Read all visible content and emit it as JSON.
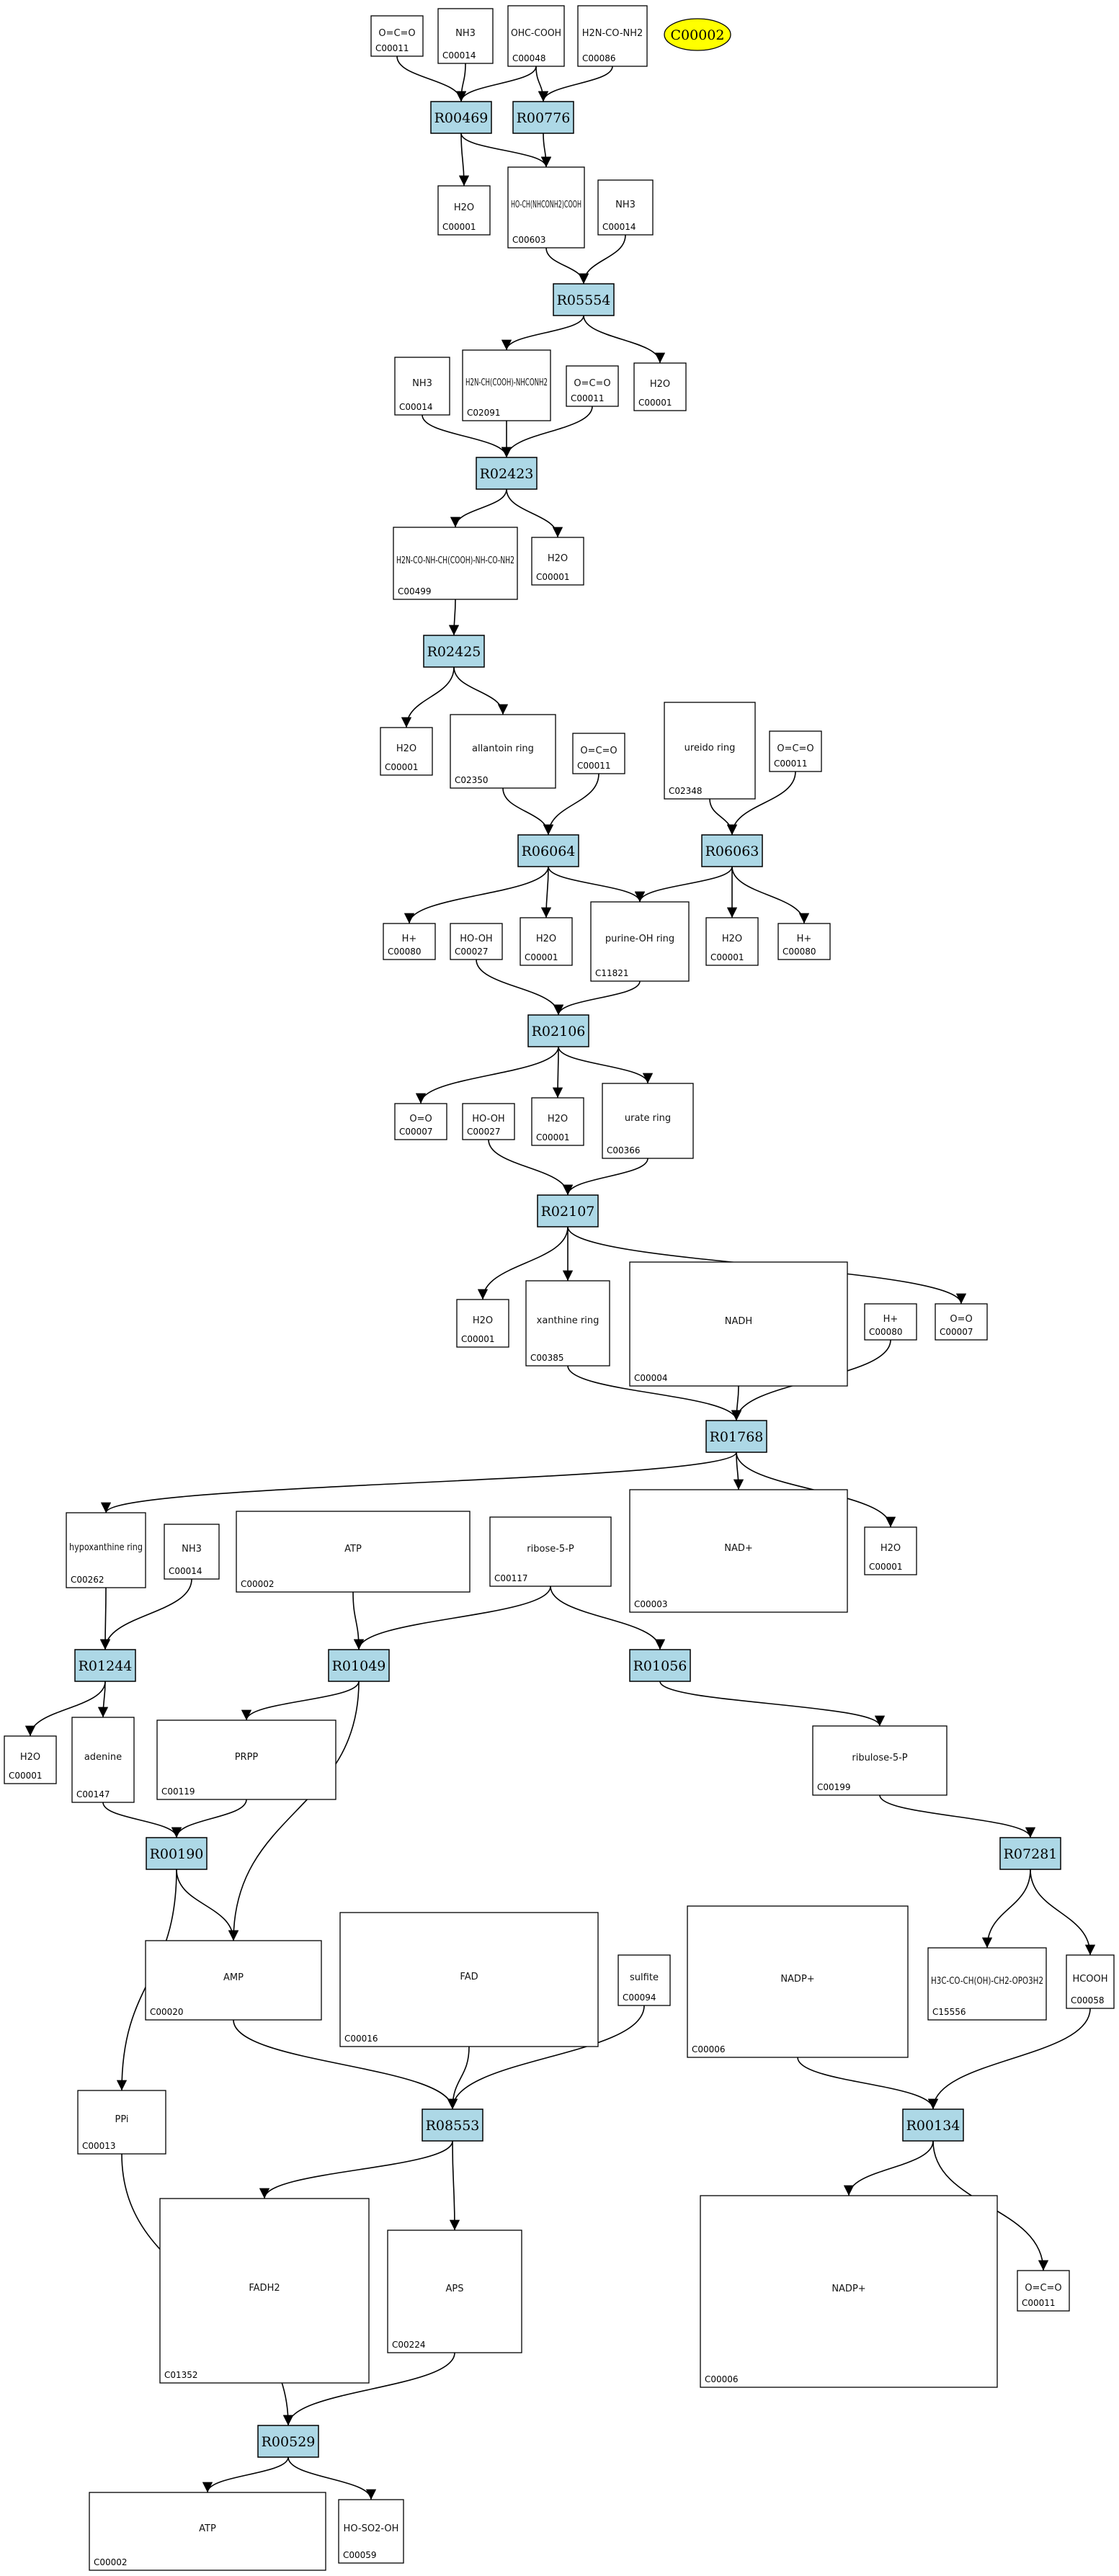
{
  "highlight": {
    "label": "C00002",
    "color": "#ffff00"
  },
  "colors": {
    "reaction_fill": "#add8e6",
    "compound_fill": "#ffffff",
    "edge": "#000000"
  },
  "reactions": [
    {
      "id": "r00469",
      "label": "R00469"
    },
    {
      "id": "r00776",
      "label": "R00776"
    },
    {
      "id": "r05554",
      "label": "R05554"
    },
    {
      "id": "r02423",
      "label": "R02423"
    },
    {
      "id": "r02425",
      "label": "R02425"
    },
    {
      "id": "r06064",
      "label": "R06064"
    },
    {
      "id": "r06063",
      "label": "R06063"
    },
    {
      "id": "r02106",
      "label": "R02106"
    },
    {
      "id": "r02107",
      "label": "R02107"
    },
    {
      "id": "r01768",
      "label": "R01768"
    },
    {
      "id": "r01244",
      "label": "R01244"
    },
    {
      "id": "r01049",
      "label": "R01049"
    },
    {
      "id": "r01056",
      "label": "R01056"
    },
    {
      "id": "r00190",
      "label": "R00190"
    },
    {
      "id": "r07281",
      "label": "R07281"
    },
    {
      "id": "r08553",
      "label": "R08553"
    },
    {
      "id": "r00134",
      "label": "R00134"
    },
    {
      "id": "r00529",
      "label": "R00529"
    }
  ],
  "compounds": [
    {
      "id": "c00011_a",
      "label": "C00011",
      "formula": "O=C=O"
    },
    {
      "id": "c00014_a",
      "label": "C00014",
      "formula": "NH3"
    },
    {
      "id": "c00048",
      "label": "C00048",
      "formula": "OHC-COOH"
    },
    {
      "id": "c00086",
      "label": "C00086",
      "formula": "H2N-CO-NH2"
    },
    {
      "id": "c00001_a",
      "label": "C00001",
      "formula": "H2O"
    },
    {
      "id": "c00603",
      "label": "C00603",
      "formula": "HO-CH(NHCONH2)COOH"
    },
    {
      "id": "c00014_b",
      "label": "C00014",
      "formula": "NH3"
    },
    {
      "id": "c00001_b",
      "label": "C00001",
      "formula": "H2O"
    },
    {
      "id": "c00014_c",
      "label": "C00014",
      "formula": "NH3"
    },
    {
      "id": "c02091",
      "label": "C02091",
      "formula": "H2N-CH(COOH)-NHCONH2"
    },
    {
      "id": "c00011_b",
      "label": "C00011",
      "formula": "O=C=O"
    },
    {
      "id": "c00499",
      "label": "C00499",
      "formula": "H2N-CO-NH-CH(COOH)-NH-CO-NH2"
    },
    {
      "id": "c00001_c",
      "label": "C00001",
      "formula": "H2O"
    },
    {
      "id": "c00001_d",
      "label": "C00001",
      "formula": "H2O"
    },
    {
      "id": "c02350",
      "label": "C02350",
      "formula": "allantoin ring"
    },
    {
      "id": "c00011_c",
      "label": "C00011",
      "formula": "O=C=O"
    },
    {
      "id": "c02348",
      "label": "C02348",
      "formula": "ureido ring"
    },
    {
      "id": "c00011_d",
      "label": "C00011",
      "formula": "O=C=O"
    },
    {
      "id": "c00080_a",
      "label": "C00080",
      "formula": "H+"
    },
    {
      "id": "c00027_a",
      "label": "C00027",
      "formula": "HO-OH"
    },
    {
      "id": "c00001_e",
      "label": "C00001",
      "formula": "H2O"
    },
    {
      "id": "c11821",
      "label": "C11821",
      "formula": "purine-OH ring"
    },
    {
      "id": "c00001_f",
      "label": "C00001",
      "formula": "H2O"
    },
    {
      "id": "c00080_b",
      "label": "C00080",
      "formula": "H+"
    },
    {
      "id": "c00007_a",
      "label": "C00007",
      "formula": "O=O"
    },
    {
      "id": "c00027_b",
      "label": "C00027",
      "formula": "HO-OH"
    },
    {
      "id": "c00001_g",
      "label": "C00001",
      "formula": "H2O"
    },
    {
      "id": "c00366",
      "label": "C00366",
      "formula": "urate ring"
    },
    {
      "id": "c00001_h",
      "label": "C00001",
      "formula": "H2O"
    },
    {
      "id": "c00385",
      "label": "C00385",
      "formula": "xanthine ring"
    },
    {
      "id": "c00004",
      "label": "C00004",
      "formula": "NADH"
    },
    {
      "id": "c00080_c",
      "label": "C00080",
      "formula": "H+"
    },
    {
      "id": "c00007_b",
      "label": "C00007",
      "formula": "O=O"
    },
    {
      "id": "c00262",
      "label": "C00262",
      "formula": "hypoxanthine ring"
    },
    {
      "id": "c00014_d",
      "label": "C00014",
      "formula": "NH3"
    },
    {
      "id": "c00002_a",
      "label": "C00002",
      "formula": "ATP"
    },
    {
      "id": "c00117",
      "label": "C00117",
      "formula": "ribose-5-P"
    },
    {
      "id": "c00003",
      "label": "C00003",
      "formula": "NAD+"
    },
    {
      "id": "c00001_i",
      "label": "C00001",
      "formula": "H2O"
    },
    {
      "id": "c00001_j",
      "label": "C00001",
      "formula": "H2O"
    },
    {
      "id": "c00147",
      "label": "C00147",
      "formula": "adenine"
    },
    {
      "id": "c00119",
      "label": "C00119",
      "formula": "PRPP"
    },
    {
      "id": "c00199",
      "label": "C00199",
      "formula": "ribulose-5-P"
    },
    {
      "id": "c00020",
      "label": "C00020",
      "formula": "AMP"
    },
    {
      "id": "c00016",
      "label": "C00016",
      "formula": "FAD"
    },
    {
      "id": "c00094",
      "label": "C00094",
      "formula": "sulfite"
    },
    {
      "id": "c00006_a",
      "label": "C00006",
      "formula": "NADP+"
    },
    {
      "id": "c15556",
      "label": "C15556",
      "formula": "H3C-CO-CH(OH)-CH2-OPO3H2"
    },
    {
      "id": "c00058",
      "label": "C00058",
      "formula": "HCOOH"
    },
    {
      "id": "c00013",
      "label": "C00013",
      "formula": "PPi"
    },
    {
      "id": "c01352",
      "label": "C01352",
      "formula": "FADH2"
    },
    {
      "id": "c00224",
      "label": "C00224",
      "formula": "APS"
    },
    {
      "id": "c00006_b",
      "label": "C00006",
      "formula": "NADP+"
    },
    {
      "id": "c00011_e",
      "label": "C00011",
      "formula": "O=C=O"
    },
    {
      "id": "c00002_b",
      "label": "C00002",
      "formula": "ATP"
    },
    {
      "id": "c00059",
      "label": "C00059",
      "formula": "HO-SO2-OH"
    }
  ]
}
